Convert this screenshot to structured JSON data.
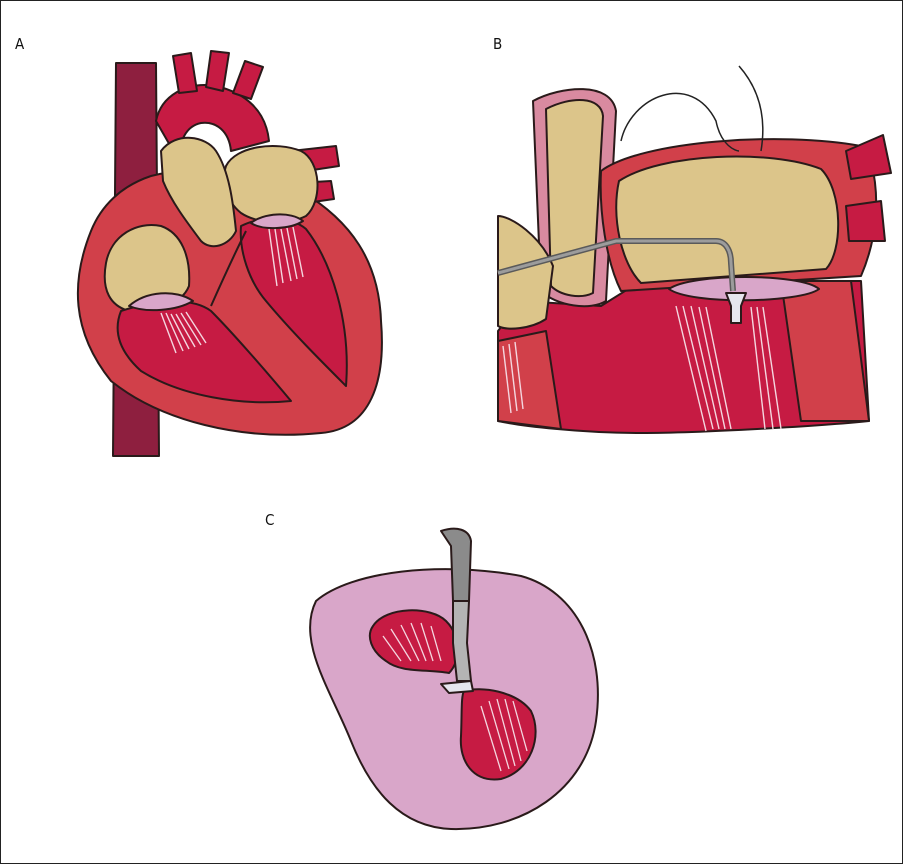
{
  "figure": {
    "panels": [
      {
        "id": "a",
        "label": "A"
      },
      {
        "id": "b",
        "label": "B"
      },
      {
        "id": "c",
        "label": "C"
      }
    ]
  },
  "colors": {
    "vena_cava": "#8e1f3f",
    "myocardium": "#d1404a",
    "myocardium_dark": "#b81e3b",
    "chamber": "#c61b43",
    "atrium_fill": "#dcc58a",
    "leaflet_plane": "#d9a6c9",
    "catheter": "#8b8b8b",
    "outline": "#2a1a1a"
  }
}
